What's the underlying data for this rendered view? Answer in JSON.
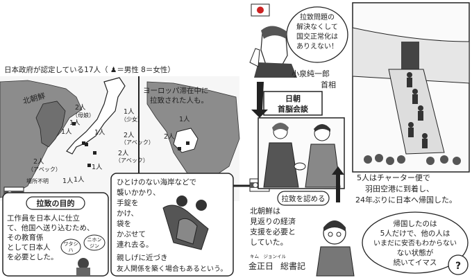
{
  "map": {
    "heading": "日本政府が認定している17人（",
    "legend_male": "＝男性",
    "legend_female": "＝女性）",
    "north_korea_label": "北朝鮮",
    "europe_note_line1": "ヨーロッパ滞在中に",
    "europe_note_line2": "拉致された人も。",
    "counts": {
      "c2_mother_daughter": "2人",
      "mother_daughter": "（母娘）",
      "c1_girl": "1人",
      "girl": "（少女）",
      "c1_a": "1人",
      "c1_b": "1人",
      "c1_c": "1人",
      "c2_couple_a": "2人",
      "couple_a": "（アベック）",
      "c2_couple_b": "2人",
      "couple_b": "（アベック）",
      "c2_couple_c": "2人",
      "couple_c": "（アベック）",
      "c1_d": "1人",
      "c1_e": "1人",
      "location_unknown": "場所不明",
      "c1_unknown": "1人",
      "c1_europe": "1人",
      "c2_europe": "2人"
    }
  },
  "purpose_box": {
    "title": "拉致の目的",
    "line1": "工作員を日本人に仕立",
    "line2": "て、他国へ送り込むため、",
    "line3": "その教育係",
    "line4": "として日本人",
    "line5": "を必要とした。",
    "bubble_left_1": "ワタシ",
    "bubble_left_2": "ハ",
    "bubble_right_1": "ニホン",
    "bubble_right_2": "ジン"
  },
  "method_box": {
    "line1": "ひとけのない海岸などで",
    "line2": "襲いかかり、",
    "line3": "手錠を",
    "line4": "かけ、",
    "line5": "袋を",
    "line6": "かぶせて",
    "line7": "連れ去る。",
    "line8": "親しげに近づき",
    "line9": "友人関係を築く場合もあるという。"
  },
  "koizumi": {
    "bubble_line1": "拉致問題",
    "bubble_line2": "の",
    "bubble_line3": "解決なくして",
    "bubble_line4": "国交正常化は",
    "bubble_line5": "ありえない！",
    "name": "小泉純一郎",
    "title": "首相"
  },
  "summit": {
    "line1": "日朝",
    "line2": "首脳会談"
  },
  "kim": {
    "bubble": "拉致を認める",
    "note_line1": "北朝鮮は",
    "note_line2": "見返りの経済",
    "note_line3": "支援を必要と",
    "note_line4": "していた。",
    "ruby": "キム　ジョンイル",
    "name": "金正日",
    "title": "総書記"
  },
  "return": {
    "caption_line1": "5人はチャーター便で",
    "caption_line2": "羽田空港に到着し、",
    "caption_line3": "24年ぶりに日本へ帰国した。",
    "bubble_line1": "帰国したのは",
    "bubble_line2": "5人だけで、他の人は",
    "bubble_line3": "いまだに安否もわからない",
    "bubble_line4": "ない状態が",
    "bubble_line5": "続いてイマス"
  },
  "colors": {
    "ink": "#222222",
    "flag_red": "#cc2222",
    "sea": "#f4f4f4",
    "land": "#8a8a8a"
  }
}
